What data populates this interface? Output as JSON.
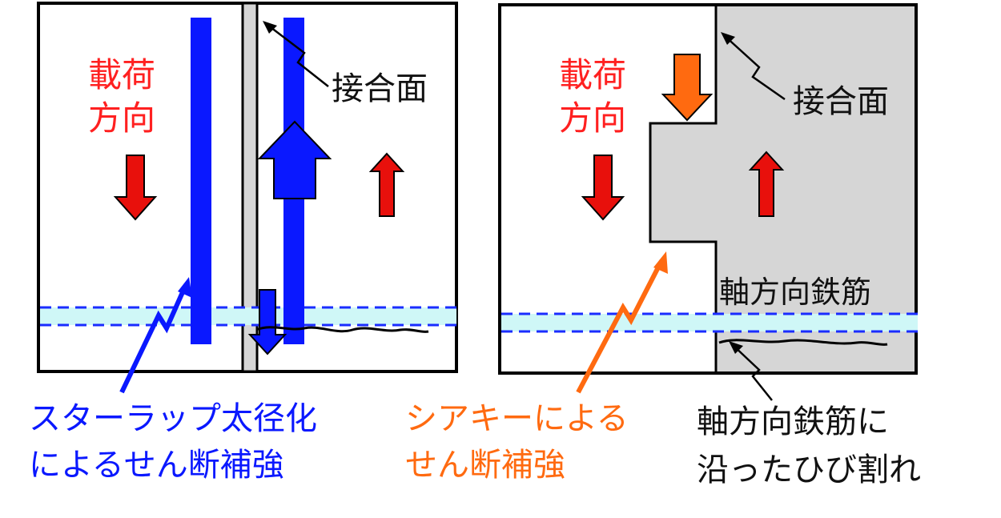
{
  "left_panel": {
    "load_direction_label_1": "載荷",
    "load_direction_label_2": "方向",
    "interface_label": "接合面"
  },
  "right_panel": {
    "load_direction_label_1": "載荷",
    "load_direction_label_2": "方向",
    "interface_label": "接合面",
    "axial_rebar_label": "軸方向鉄筋"
  },
  "captions": {
    "stirrup_line_1": "スターラップ太径化",
    "stirrup_line_2": "によるせん断補強",
    "shear_key_line_1": "シアキーによる",
    "shear_key_line_2": "せん断補強",
    "crack_line_1": "軸方向鉄筋に",
    "crack_line_2": "沿ったひび割れ"
  },
  "colors": {
    "load_label": "#ff2020",
    "stirrup": "#0a18ff",
    "shear_key": "#ff6a10",
    "red_arrow": "#e8100c",
    "rebar_band": "#cff7f7",
    "concrete_gray": "#d6d6d6"
  }
}
